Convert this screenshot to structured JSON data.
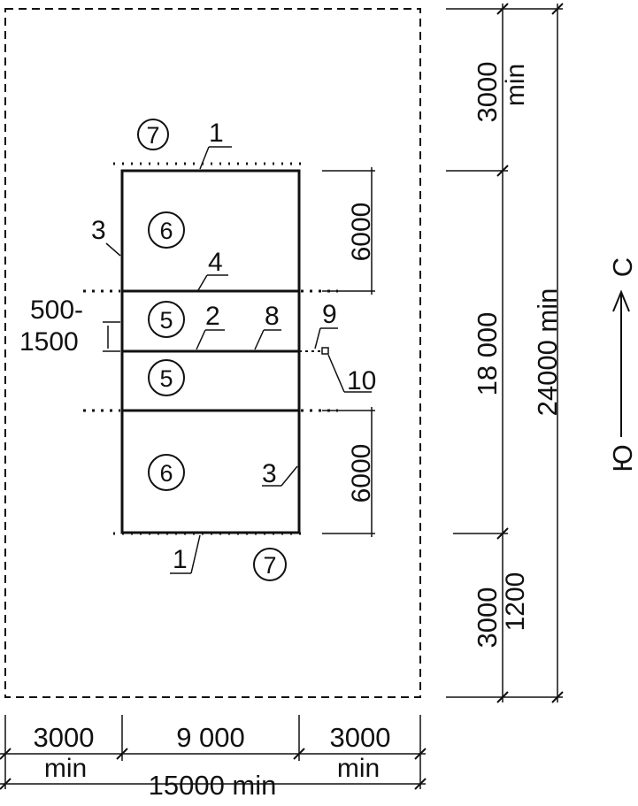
{
  "zones": {
    "z1": "1",
    "z2": "2",
    "z3": "3",
    "z4": "4",
    "z5": "5",
    "z6": "6",
    "z7": "7",
    "z8": "8",
    "z9": "9",
    "z10": "10"
  },
  "dims": {
    "right_top": "3000",
    "right_top_min": "min",
    "court_length": "18 000",
    "total_length": "24000 min",
    "zone_upper": "6000",
    "zone_lower": "6000",
    "right_bottom": "3000",
    "right_bottom_sub": "1200",
    "net_offset_a": "500-",
    "net_offset_b": "1500",
    "bottom_left": "3000",
    "bottom_left_min": "min",
    "bottom_mid": "9 000",
    "bottom_right": "3000",
    "bottom_right_min": "min",
    "total_width": "15000 min"
  },
  "orientation": {
    "north": "С",
    "south": "Ю"
  },
  "colors": {
    "ink": "#111111",
    "paper": "#ffffff"
  }
}
